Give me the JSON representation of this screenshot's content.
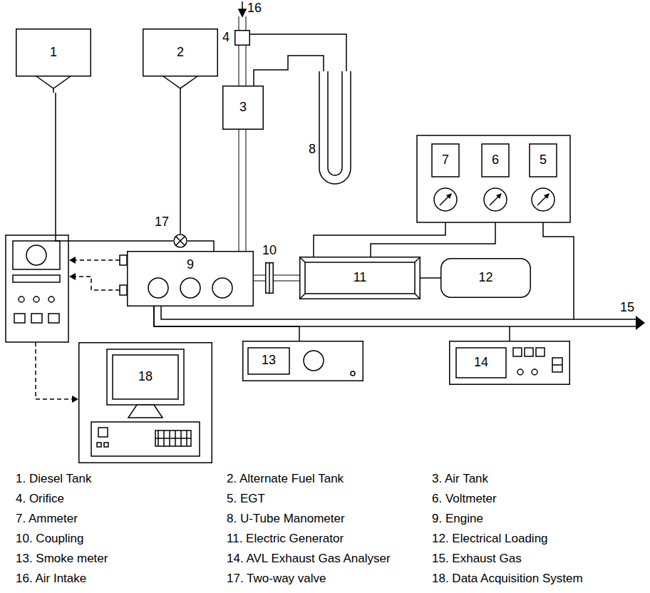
{
  "diagram": {
    "nodes": [
      {
        "text": [
          "1"
        ]
      },
      {
        "text": [
          "2"
        ]
      },
      {
        "text": [
          "4"
        ]
      },
      {
        "text": [
          "3"
        ]
      },
      {
        "text": [
          "8"
        ]
      },
      {
        "text": [
          "17"
        ]
      },
      {
        "text": [
          "7"
        ]
      },
      {
        "text": [
          "6"
        ]
      },
      {
        "text": [
          "5"
        ]
      },
      {
        "text": [
          "9"
        ]
      },
      {
        "text": [
          "10"
        ]
      },
      {
        "text": [
          "11"
        ]
      },
      {
        "text": [
          "12"
        ]
      },
      {
        "text": [
          "13"
        ]
      },
      {
        "text": [
          "14"
        ]
      },
      {
        "text": [
          "18"
        ]
      }
    ],
    "edges": [
      {
        "from": 0,
        "to": 5,
        "arrow": "none"
      },
      {
        "from": 1,
        "to": 5,
        "arrow": "none"
      },
      {
        "from": 5,
        "to": 9,
        "arrow": "none"
      },
      {
        "from": 2,
        "to": 3,
        "arrow": "none"
      },
      {
        "from": 3,
        "to": 9,
        "arrow": "none"
      },
      {
        "from": 2,
        "to": 4,
        "arrow": "none"
      },
      {
        "from": 3,
        "to": 4,
        "arrow": "none"
      },
      {
        "from": 9,
        "to": 10,
        "arrow": "none"
      },
      {
        "from": 10,
        "to": 11,
        "arrow": "none"
      },
      {
        "from": 11,
        "to": 12,
        "arrow": "none"
      },
      {
        "from": 11,
        "to": 6,
        "arrow": "none"
      },
      {
        "from": 11,
        "to": 7,
        "arrow": "none"
      },
      {
        "from": 8,
        "to": 9,
        "arrow": "none"
      },
      {
        "from": 9,
        "to": 13,
        "arrow": "none"
      },
      {
        "from": 9,
        "to": 14,
        "arrow": "none"
      }
    ],
    "labels": [
      "16",
      "15",
      "1. Diesel Tank",
      "2. Alternate Fuel Tank",
      "3. Air Tank",
      "4. Orifice",
      "5. EGT",
      "6. Voltmeter",
      "7. Ammeter",
      "8. U-Tube Manometer",
      "9. Engine",
      "10. Coupling",
      "11. Electric Generator",
      "12. Electrical Loading",
      "13. Smoke meter",
      "14. AVL Exhaust Gas Analyser",
      "15. Exhaust Gas",
      "16. Air Intake",
      "17. Two-way valve",
      "18. Data Acquisition System"
    ]
  }
}
